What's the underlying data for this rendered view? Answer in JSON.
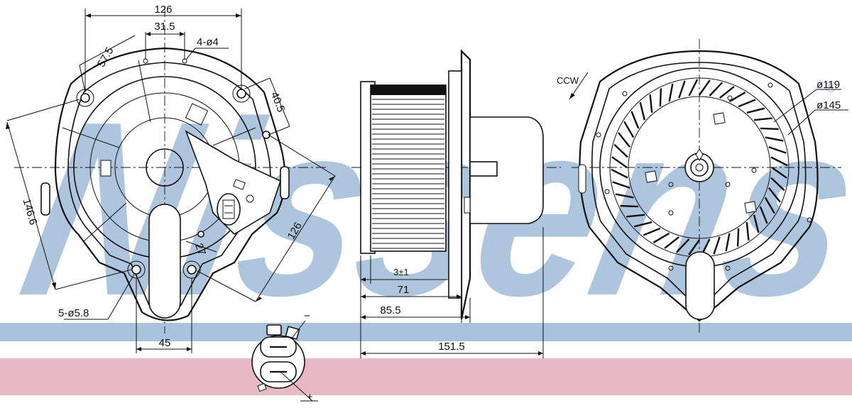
{
  "brand": {
    "watermark_text": "Nissens",
    "watermark_color": "#a9c3dc",
    "band_blue_color": "#a9c3dc",
    "band_pink_color": "#e6b9c4"
  },
  "front_view": {
    "dim_width_top": "126",
    "dim_hole_offset": "31.5",
    "dim_holes_small": "4-ø4",
    "dim_angle_left": "57.5",
    "dim_angle_right": "40.5",
    "dim_height_left": "146.6",
    "dim_diag_right": "126",
    "dim_hole_gap": "27",
    "dim_holes_large": "5-ø5.8",
    "dim_bottom_width": "45"
  },
  "side_view": {
    "dim_gap": "3±1",
    "dim_depth_1": "71",
    "dim_depth_2": "85.5",
    "dim_total": "151.5"
  },
  "rear_view": {
    "rotation_label": "CCW",
    "dim_inner_diameter": "ø119",
    "dim_outer_diameter": "ø145"
  },
  "connector": {
    "minus_label": "−",
    "plus_label": "+"
  },
  "icons": [
    "blower-motor-front-view",
    "blower-motor-side-view",
    "fan-wheel-rear-view",
    "electrical-connector"
  ]
}
